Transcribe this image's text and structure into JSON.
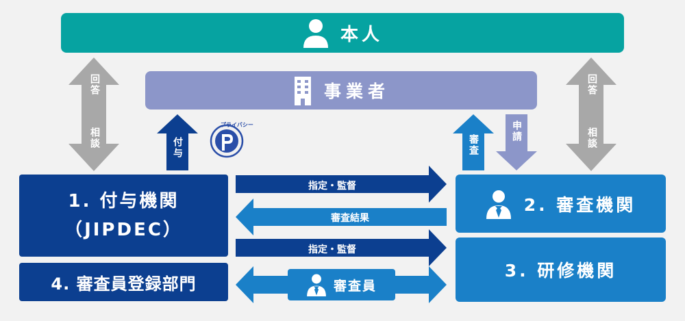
{
  "honnin": {
    "label": "本人",
    "icon": "person-icon"
  },
  "jigyosha": {
    "label": "事業者",
    "icon": "building-icon"
  },
  "org1": {
    "line1": "1. 付与機関",
    "line2": "（JIPDEC）"
  },
  "org2": {
    "label": "2. 審査機関",
    "icon": "examiner-icon"
  },
  "org3": {
    "label": "3. 研修機関"
  },
  "org4": {
    "label": "4. 審査員登録部門"
  },
  "arrows": {
    "left_gray_top": "回答",
    "left_gray_bottom": "相談",
    "right_gray_top": "回答",
    "right_gray_bottom": "相談",
    "fuyo": "付与",
    "shinsa": "審査",
    "shinsei": "申請",
    "shitei_kansa_1": "指定・監督",
    "shinsa_kekka": "審査結果",
    "shitei_kansa_2": "指定・監督"
  },
  "shinsain": {
    "label": "審査員",
    "icon": "examiner-icon"
  },
  "privacy_mark": {
    "text": "プライバシー",
    "icon": "privacy-mark-icon"
  },
  "colors": {
    "teal": "#06a3a1",
    "lavender": "#8c96c9",
    "navy": "#0c3f90",
    "blue": "#1a80c8",
    "gray": "#a8a8a8"
  }
}
